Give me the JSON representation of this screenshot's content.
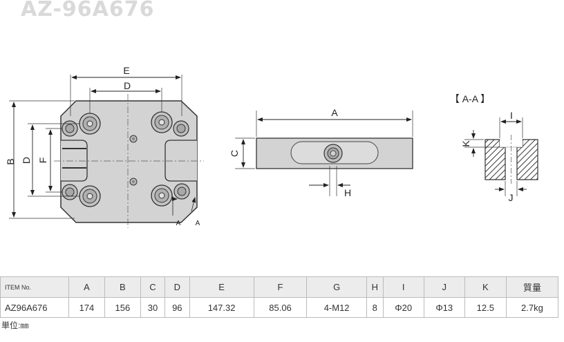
{
  "title": "AZ-96A676",
  "dims": {
    "e": "E",
    "d": "D",
    "b": "B",
    "d_side": "D",
    "f": "F",
    "a_mark1": "A",
    "a_mark2": "A",
    "a_len": "A",
    "c": "C",
    "h": "H",
    "section_title": "【 A-A 】",
    "i": "I",
    "k": "K",
    "j": "J"
  },
  "table": {
    "header_label": "ITEM No.",
    "columns": [
      "A",
      "B",
      "C",
      "D",
      "E",
      "F",
      "G",
      "H",
      "I",
      "J",
      "K",
      "質量"
    ],
    "row_label": "AZ96A676",
    "values": [
      "174",
      "156",
      "30",
      "96",
      "147.32",
      "85.06",
      "4-M12",
      "8",
      "Φ20",
      "Φ13",
      "12.5",
      "2.7kg"
    ]
  },
  "unit_note": "単位:㎜"
}
